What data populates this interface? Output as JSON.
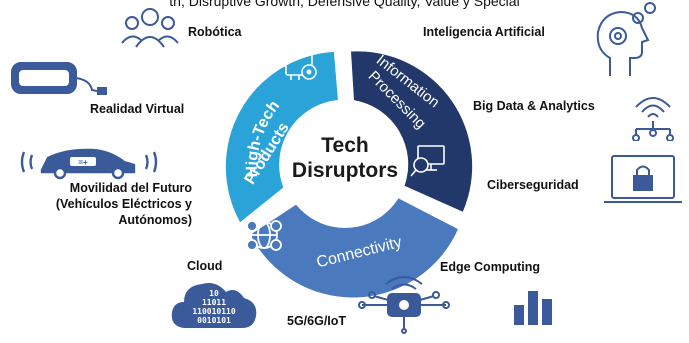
{
  "banner": "th, Disruptive Growth, Defensive Quality, Value y Special",
  "center": {
    "line1": "Tech",
    "line2": "Disruptors"
  },
  "segments": {
    "high_tech": {
      "line1": "High-Tech",
      "line2": "Products",
      "color": "#2aa3d8"
    },
    "info": {
      "line1": "Information",
      "line2": "Processing",
      "color": "#22386a"
    },
    "connectivity": {
      "label": "Connectivity",
      "color": "#4a79be"
    }
  },
  "labels": {
    "robotica": "Robótica",
    "ia": "Inteligencia Artificial",
    "rv": "Realidad Virtual",
    "bigdata": "Big Data & Analytics",
    "movilidad1": "Movilidad del Futuro",
    "movilidad2": "(Vehículos Eléctricos y",
    "movilidad3": "Autónomos)",
    "ciber": "Ciberseguridad",
    "cloud": "Cloud",
    "edge": "Edge Computing",
    "g5": "5G/6G/IoT"
  },
  "cloud_bits": [
    "10",
    "11011",
    "110010110",
    "0010101"
  ],
  "car_plate": "=+"
}
